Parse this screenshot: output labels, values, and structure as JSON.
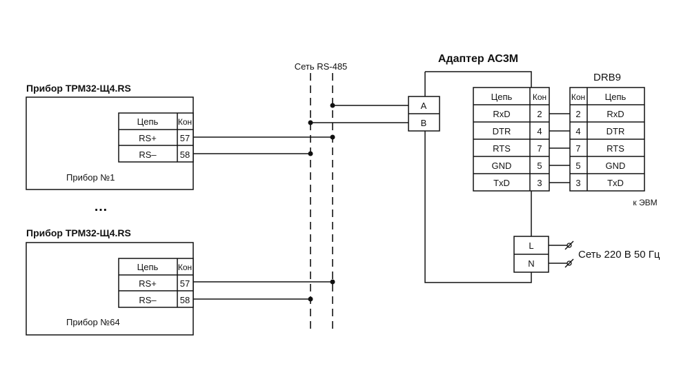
{
  "network": {
    "label": "Сеть RS-485"
  },
  "device1": {
    "title": "Прибор ТРМ32-Щ4.RS",
    "name": "Прибор №1",
    "header": {
      "circuit": "Цепь",
      "pin": "Кон"
    },
    "rows": [
      {
        "circuit": "RS+",
        "pin": "57"
      },
      {
        "circuit": "RS–",
        "pin": "58"
      }
    ]
  },
  "ellipsis": "…",
  "device64": {
    "title": "Прибор ТРМ32-Щ4.RS",
    "name": "Прибор №64",
    "header": {
      "circuit": "Цепь",
      "pin": "Кон"
    },
    "rows": [
      {
        "circuit": "RS+",
        "pin": "57"
      },
      {
        "circuit": "RS–",
        "pin": "58"
      }
    ]
  },
  "adapter": {
    "title": "Адаптер АС3М",
    "terminals": {
      "a": "A",
      "b": "B"
    },
    "header": {
      "circuit": "Цепь",
      "pin": "Кон"
    },
    "rows": [
      {
        "circuit": "RxD",
        "pin": "2"
      },
      {
        "circuit": "DTR",
        "pin": "4"
      },
      {
        "circuit": "RTS",
        "pin": "7"
      },
      {
        "circuit": "GND",
        "pin": "5"
      },
      {
        "circuit": "TxD",
        "pin": "3"
      }
    ],
    "power": {
      "l": "L",
      "n": "N",
      "label": "Сеть 220 В 50 Гц"
    }
  },
  "connector": {
    "title": "DRB9",
    "header": {
      "pin": "Кон",
      "circuit": "Цепь"
    },
    "rows": [
      {
        "pin": "2",
        "circuit": "RxD"
      },
      {
        "pin": "4",
        "circuit": "DTR"
      },
      {
        "pin": "7",
        "circuit": "RTS"
      },
      {
        "pin": "5",
        "circuit": "GND"
      },
      {
        "pin": "3",
        "circuit": "TxD"
      }
    ],
    "note": "к ЭВМ"
  }
}
